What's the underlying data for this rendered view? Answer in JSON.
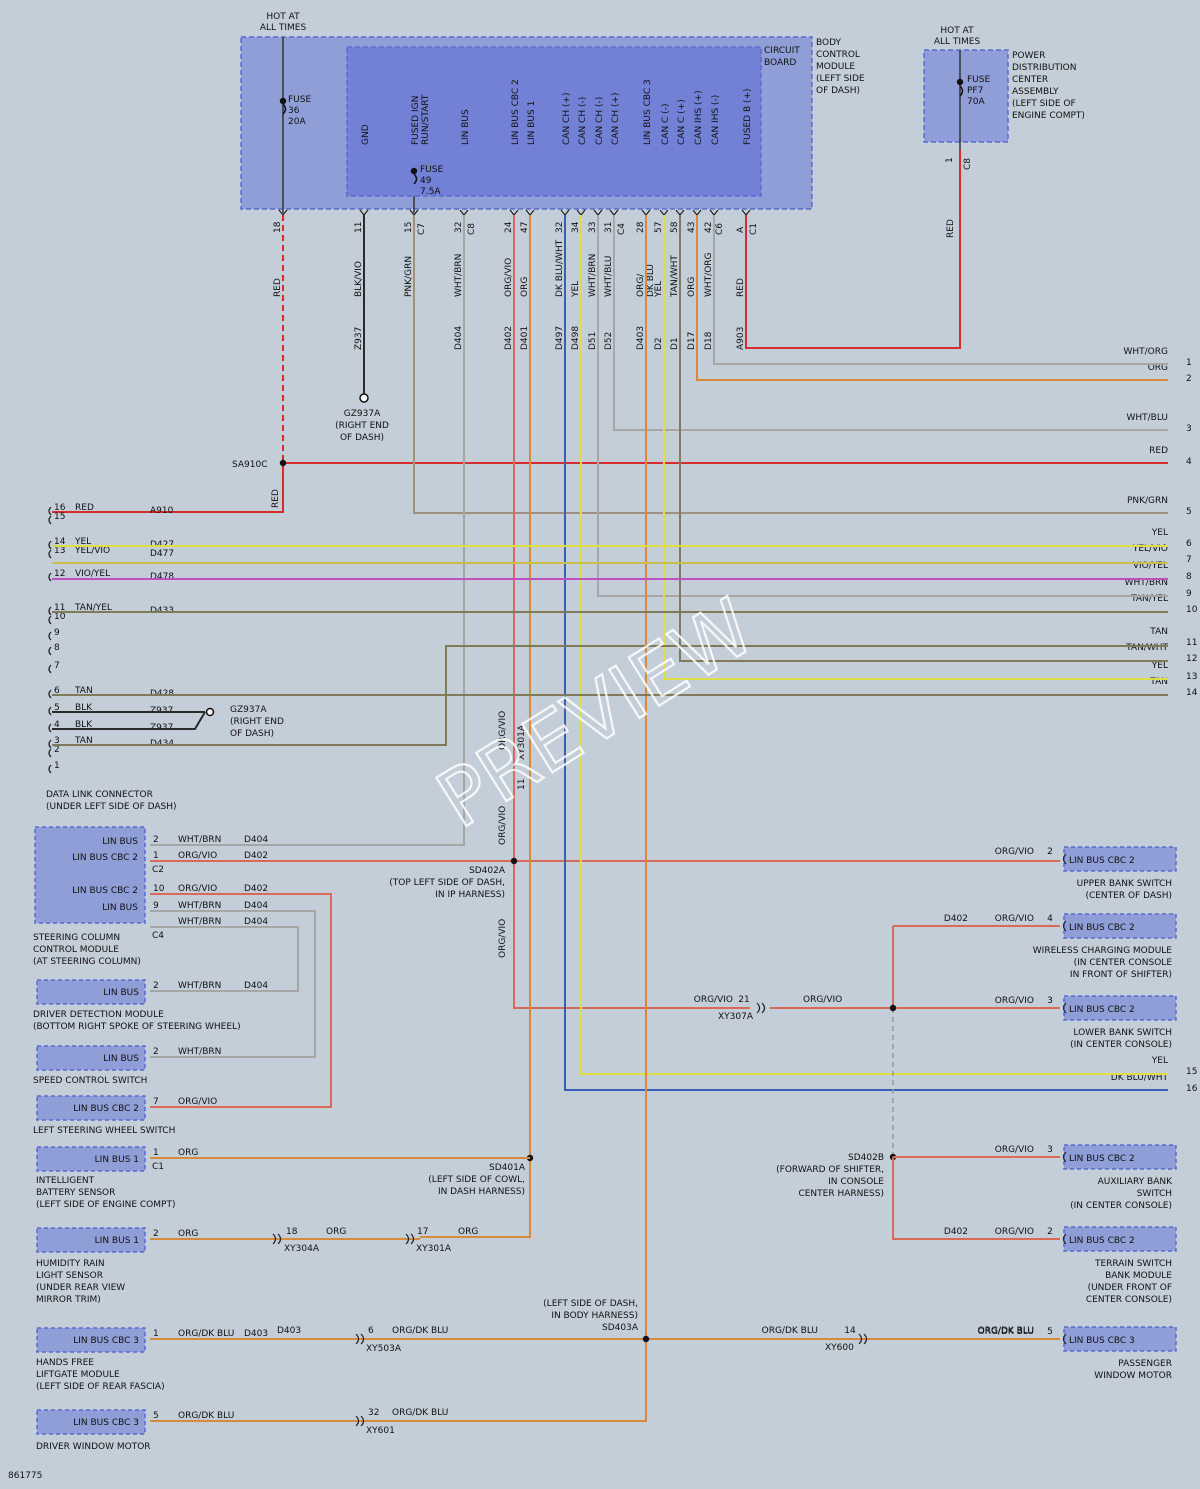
{
  "watermark": "PREVIEW",
  "figure_id": "861775",
  "colors": {
    "background": "#c3ced9",
    "module_fill": "#8f9ed6",
    "board_fill": "#7280d6",
    "box_stroke": "#5a6ad0",
    "RED": "#d62c2c",
    "ORG": "#d88a3c",
    "YEL": "#dede45",
    "VIO": "#c050c0",
    "TAN": "#7f7a5a",
    "BLK": "#2a2a2a",
    "DKBLU": "#3b5fb8",
    "GRY": "#a6a6a6",
    "ORGVIO": "#d86a5a"
  },
  "bcm": {
    "hot_label": "HOT AT\nALL TIMES",
    "module_label": "BODY\nCONTROL\nMODULE\n(LEFT SIDE\nOF DASH)",
    "board_label": "CIRCUIT\nBOARD",
    "fuse36": "FUSE\n36\n20A",
    "fuse49": "FUSE\n49\n7.5A",
    "pin_names": [
      "GND",
      "FUSED IGN\nRUN/START",
      "LIN BUS",
      "LIN BUS CBC 2",
      "LIN BUS 1",
      "CAN CH (+)",
      "CAN CH (-)",
      "CAN CH (-)",
      "CAN CH (+)",
      "LIN BUS CBC 3",
      "CAN C (-)",
      "CAN C (+)",
      "CAN IHS (+)",
      "CAN IHS (-)",
      "FUSED B (+)"
    ],
    "connector_labels": [
      "C7",
      "C8",
      "C4",
      "C6",
      "C1"
    ],
    "pins": [
      {
        "num": "18",
        "color": "RED",
        "circuit": ""
      },
      {
        "num": "11",
        "color": "BLK/VIO",
        "circuit": "Z937"
      },
      {
        "num": "15",
        "color": "PNK/GRN",
        "circuit": ""
      },
      {
        "num": "32",
        "color": "WHT/BRN",
        "circuit": "D404"
      },
      {
        "num": "24",
        "color": "ORG/VIO",
        "circuit": "D402"
      },
      {
        "num": "47",
        "color": "ORG",
        "circuit": "D401"
      },
      {
        "num": "32",
        "color": "DK BLU/WHT",
        "circuit": "D497"
      },
      {
        "num": "34",
        "color": "YEL",
        "circuit": "D498"
      },
      {
        "num": "33",
        "color": "WHT/BRN",
        "circuit": "D51"
      },
      {
        "num": "31",
        "color": "WHT/BLU",
        "circuit": "D52"
      },
      {
        "num": "28",
        "color": "ORG/\nDK BLU",
        "circuit": "D403"
      },
      {
        "num": "57",
        "color": "YEL",
        "circuit": "D2"
      },
      {
        "num": "58",
        "color": "TAN/WHT",
        "circuit": "D1"
      },
      {
        "num": "43",
        "color": "ORG",
        "circuit": "D17"
      },
      {
        "num": "42",
        "color": "WHT/ORG",
        "circuit": "D18"
      },
      {
        "num": "A",
        "color": "RED",
        "circuit": "A903"
      }
    ]
  },
  "pdc": {
    "hot_label": "HOT AT\nALL TIMES",
    "label": "POWER\nDISTRIBUTION\nCENTER\nASSEMBLY\n(LEFT SIDE OF\nENGINE COMPT)",
    "fuse": "FUSE\nPF7\n70A",
    "pin": "1",
    "connector": "C8",
    "wire_color": "RED"
  },
  "splices": {
    "gz937a_top": "GZ937A\n(RIGHT END\nOF DASH)",
    "sa910c": "SA910C",
    "gz937a_dlc": "GZ937A\n(RIGHT END\nOF DASH)",
    "sd402a": "SD402A\n(TOP LEFT SIDE OF DASH,\nIN IP HARNESS)",
    "sd401a": "SD401A\n(LEFT SIDE OF COWL,\nIN DASH HARNESS)",
    "sd402b": "SD402B\n(FORWARD OF SHIFTER,\nIN CONSOLE\nCENTER HARNESS)",
    "sd403a": "(LEFT SIDE OF DASH,\nIN BODY HARNESS)\nSD403A"
  },
  "right_edge": [
    {
      "label": "WHT/ORG",
      "num": "1"
    },
    {
      "label": "ORG",
      "num": "2"
    },
    {
      "label": "WHT/BLU",
      "num": "3"
    },
    {
      "label": "RED",
      "num": "4"
    },
    {
      "label": "PNK/GRN",
      "num": "5"
    },
    {
      "label": "YEL",
      "num": "6"
    },
    {
      "label": "YEL/VIO",
      "num": "7"
    },
    {
      "label": "VIO/YEL",
      "num": "8"
    },
    {
      "label": "WHT/BRN",
      "num": "9"
    },
    {
      "label": "TAN/YEL",
      "num": "10"
    },
    {
      "label": "TAN",
      "num": "11"
    },
    {
      "label": "TAN/WHT",
      "num": "12"
    },
    {
      "label": "YEL",
      "num": "13"
    },
    {
      "label": "TAN",
      "num": "14"
    },
    {
      "label": "YEL",
      "num": "15"
    },
    {
      "label": "DK BLU/WHT",
      "num": "16"
    }
  ],
  "dlc": {
    "label": "DATA LINK CONNECTOR\n(UNDER LEFT SIDE OF DASH)",
    "pins": [
      {
        "num": "16",
        "color": "RED",
        "circuit": "A910"
      },
      {
        "num": "15",
        "color": "",
        "circuit": ""
      },
      {
        "num": "14",
        "color": "YEL",
        "circuit": "D427"
      },
      {
        "num": "13",
        "color": "YEL/VIO",
        "circuit": "D477"
      },
      {
        "num": "12",
        "color": "VIO/YEL",
        "circuit": "D478"
      },
      {
        "num": "11",
        "color": "TAN/YEL",
        "circuit": "D433"
      },
      {
        "num": "10",
        "color": "",
        "circuit": ""
      },
      {
        "num": "9",
        "color": "",
        "circuit": ""
      },
      {
        "num": "8",
        "color": "",
        "circuit": ""
      },
      {
        "num": "7",
        "color": "",
        "circuit": ""
      },
      {
        "num": "6",
        "color": "TAN",
        "circuit": "D428"
      },
      {
        "num": "5",
        "color": "BLK",
        "circuit": "Z937"
      },
      {
        "num": "4",
        "color": "BLK",
        "circuit": "Z937"
      },
      {
        "num": "3",
        "color": "TAN",
        "circuit": "D434"
      },
      {
        "num": "2",
        "color": "",
        "circuit": ""
      },
      {
        "num": "1",
        "color": "",
        "circuit": ""
      }
    ]
  },
  "left_modules": {
    "sccm": {
      "label": "STEERING COLUMN\nCONTROL MODULE\n(AT STEERING COLUMN)",
      "c2": "C2",
      "c4": "C4",
      "rows": [
        {
          "name": "LIN BUS",
          "pin": "2",
          "color": "WHT/BRN",
          "circuit": "D404"
        },
        {
          "name": "LIN BUS CBC 2",
          "pin": "1",
          "color": "ORG/VIO",
          "circuit": "D402"
        },
        {
          "name": "LIN BUS CBC 2",
          "pin": "10",
          "color": "ORG/VIO",
          "circuit": "D402"
        },
        {
          "name": "LIN BUS",
          "pin": "9",
          "color": "WHT/BRN",
          "circuit": "D404"
        },
        {
          "name": "",
          "pin": "",
          "color": "WHT/BRN",
          "circuit": "D404"
        }
      ]
    },
    "ddm": {
      "label": "DRIVER DETECTION MODULE\n(BOTTOM RIGHT SPOKE OF STEERING WHEEL)",
      "name": "LIN BUS",
      "pin": "2",
      "color": "WHT/BRN",
      "circuit": "D404"
    },
    "scs": {
      "label": "SPEED CONTROL SWITCH",
      "name": "LIN BUS",
      "pin": "2",
      "color": "WHT/BRN"
    },
    "lsws": {
      "label": "LEFT STEERING WHEEL SWITCH",
      "name": "LIN BUS CBC 2",
      "pin": "7",
      "color": "ORG/VIO"
    },
    "ibs": {
      "label": "INTELLIGENT\nBATTERY SENSOR\n(LEFT SIDE OF ENGINE COMPT)",
      "name": "LIN BUS 1",
      "pin": "1",
      "conn": "C1",
      "color": "ORG"
    },
    "hrls": {
      "label": "HUMIDITY RAIN\nLIGHT SENSOR\n(UNDER REAR VIEW\nMIRROR TRIM)",
      "name": "LIN BUS 1",
      "pin": "2",
      "color": "ORG"
    },
    "hfl": {
      "label": "HANDS FREE\nLIFTGATE MODULE\n(LEFT SIDE OF REAR FASCIA)",
      "name": "LIN BUS CBC 3",
      "pin": "1",
      "color": "ORG/DK BLU",
      "circuit": "D403"
    },
    "dwm": {
      "label": "DRIVER WINDOW MOTOR",
      "name": "LIN BUS CBC 3",
      "pin": "5",
      "color": "ORG/DK BLU"
    }
  },
  "inline": {
    "xy304a": {
      "pin": "18",
      "color": "ORG",
      "label": "XY304A"
    },
    "xy301a_bottom": {
      "pin": "17",
      "color": "ORG",
      "label": "XY301A"
    },
    "xy301a_vertical": {
      "pin": "11",
      "label": "XY301A"
    },
    "xy503a": {
      "pin": "6",
      "color": "ORG/DK BLU",
      "label": "XY503A"
    },
    "xy601": {
      "pin": "32",
      "color": "ORG/DK BLU",
      "label": "XY601"
    },
    "xy307a": {
      "pin": "21",
      "color": "ORG/VIO",
      "label": "XY307A",
      "right_color": "ORG/VIO"
    },
    "xy600": {
      "pin": "14",
      "color": "ORG/DK BLU",
      "label": "XY600"
    }
  },
  "vertical_labels": {
    "orgvio_a": "ORG/VIO",
    "orgvio_b": "ORG/VIO",
    "orgvio_c": "ORG/VIO"
  },
  "right_modules": [
    {
      "key": "ubs",
      "name": "LIN BUS CBC 2",
      "pin": "2",
      "color": "ORG/VIO",
      "circuit": "",
      "label": "UPPER BANK SWITCH\n(CENTER OF DASH)"
    },
    {
      "key": "wcm",
      "name": "LIN BUS CBC 2",
      "pin": "4",
      "color": "ORG/VIO",
      "circuit": "D402",
      "label": "WIRELESS CHARGING MODULE\n(IN CENTER CONSOLE\nIN FRONT OF SHIFTER)"
    },
    {
      "key": "lbs",
      "name": "LIN BUS CBC 2",
      "pin": "3",
      "color": "ORG/VIO",
      "circuit": "",
      "label": "LOWER BANK SWITCH\n(IN CENTER CONSOLE)"
    },
    {
      "key": "abs",
      "name": "LIN BUS CBC 2",
      "pin": "3",
      "color": "ORG/VIO",
      "circuit": "",
      "label": "AUXILIARY BANK\nSWITCH\n(IN CENTER CONSOLE)"
    },
    {
      "key": "tsbm",
      "name": "LIN BUS CBC 2",
      "pin": "2",
      "color": "ORG/VIO",
      "circuit": "D402",
      "label": "TERRAIN SWITCH\nBANK MODULE\n(UNDER FRONT OF\nCENTER CONSOLE)"
    },
    {
      "key": "pwm",
      "name": "LIN BUS CBC 3",
      "pin": "5",
      "color": "ORG/DK BLU",
      "circuit": "",
      "label": "PASSENGER\nWINDOW MOTOR"
    }
  ],
  "sd403a_right_color": "ORG/DK BLU"
}
